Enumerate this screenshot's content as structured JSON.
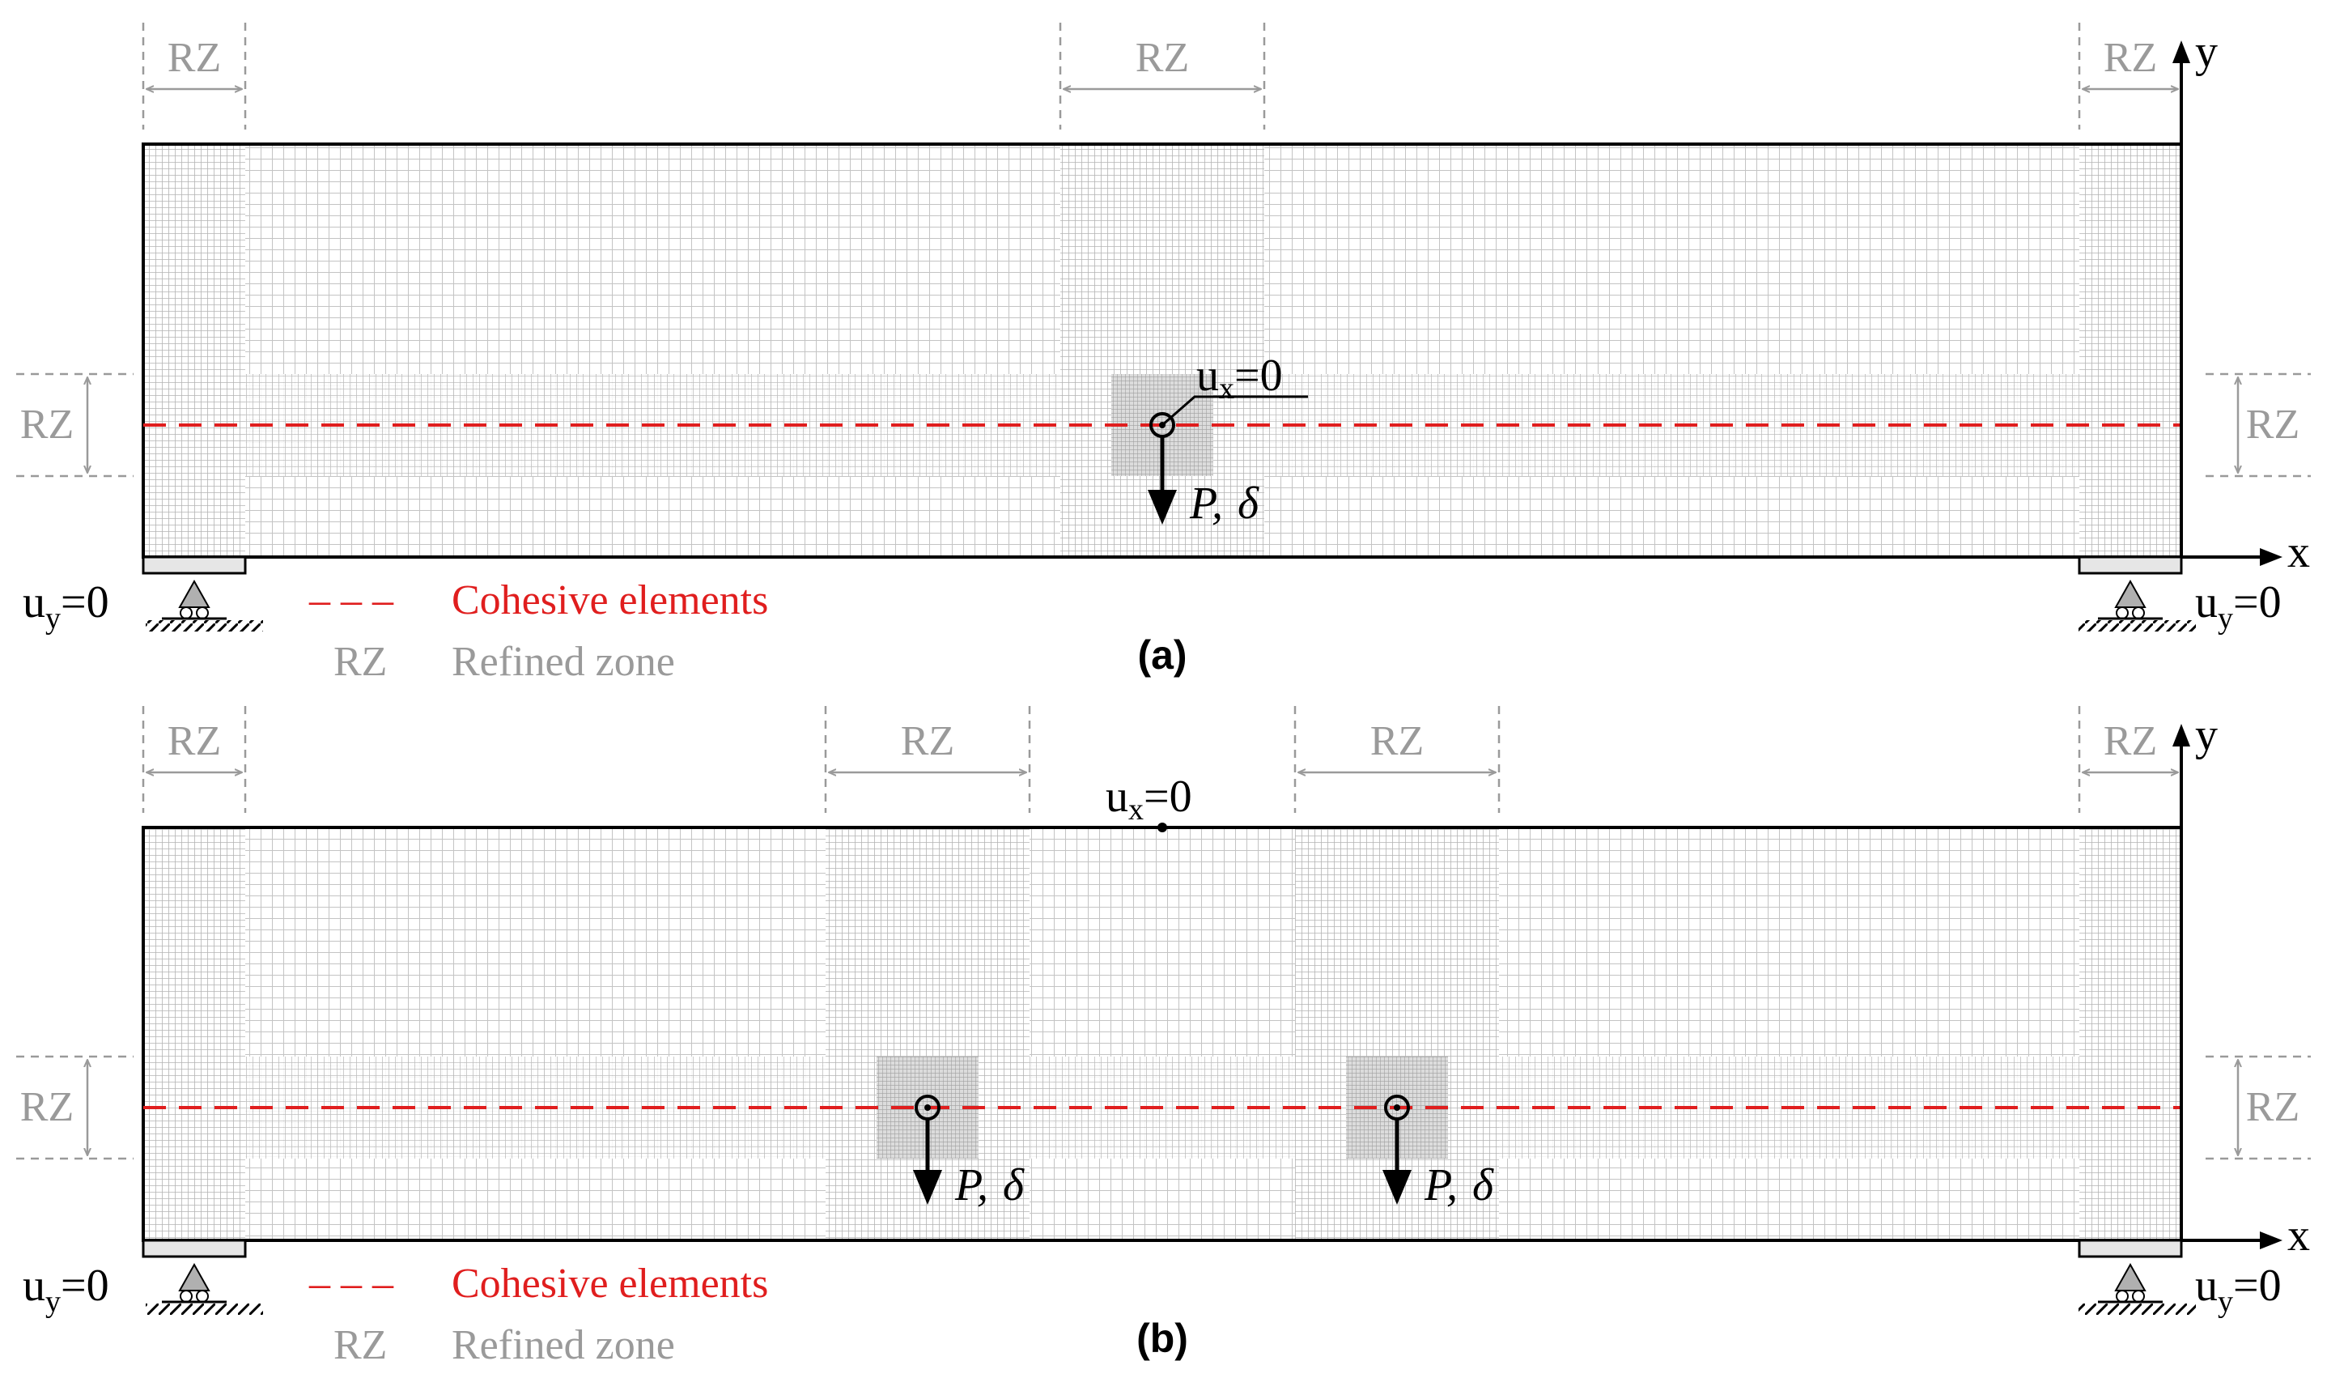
{
  "colors": {
    "mesh_coarse": "#c8c8c8",
    "mesh_fine": "#b0b0b0",
    "mesh_finest": "#9a9a9a",
    "cohesive_line": "#e01e1e",
    "dimension_gray": "#9a9a9a",
    "outline": "#000000"
  },
  "labels": {
    "refined_zone_abbr": "RZ",
    "axis_x": "x",
    "axis_y": "y",
    "support_u": "u",
    "support_sub": "y",
    "support_eq": "=0",
    "constraint_u": "u",
    "constraint_sub": "x",
    "constraint_eq": "=0",
    "load_p": "P,",
    "load_delta": "δ"
  },
  "legend": {
    "cohesive_symbol": "– – –",
    "cohesive_text": "Cohesive elements",
    "refined_symbol": "RZ",
    "refined_text": "Refined zone"
  },
  "panels": [
    {
      "id": "a",
      "caption": "(a)"
    },
    {
      "id": "b",
      "caption": "(b)"
    }
  ]
}
